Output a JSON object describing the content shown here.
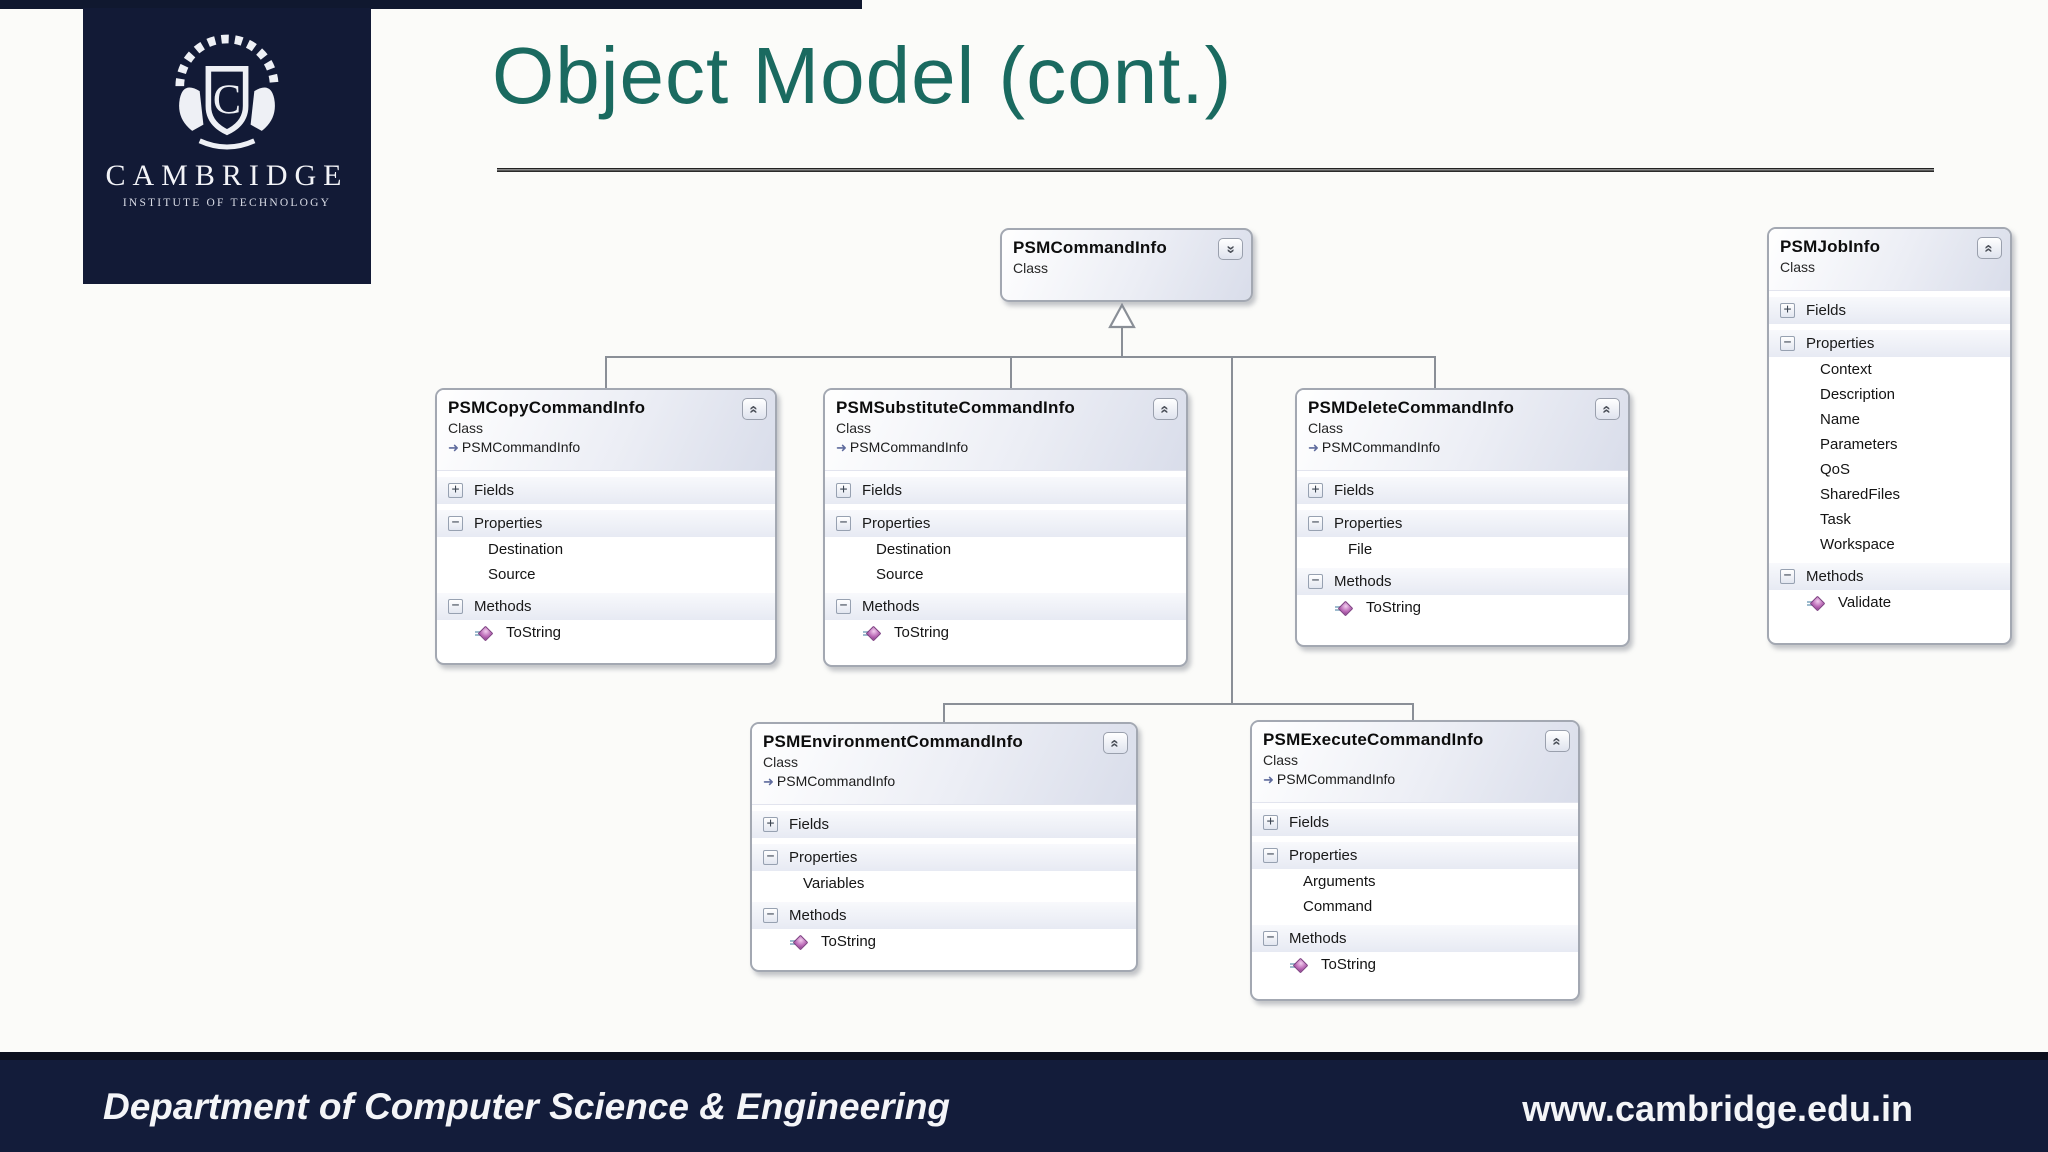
{
  "header": {
    "title": "Object Model (cont.)"
  },
  "logo": {
    "name": "CAMBRIDGE",
    "subtitle": "INSTITUTE OF TECHNOLOGY",
    "monogram": "C"
  },
  "footer": {
    "left": "Department of Computer Science & Engineering",
    "right": "www.cambridge.edu.in"
  },
  "colors": {
    "title_teal": "#1a6a60",
    "navy": "#121a36",
    "box_border": "#a3a8b2",
    "connector_gray": "#8a8f97",
    "property_icon_yellow": "#d2c136",
    "method_icon_purple": "#b764b3"
  },
  "diagram": {
    "kind_label": "Class",
    "boxes": [
      {
        "name": "PSMCommandInfo",
        "kind": "Class",
        "base": null,
        "collapsed": true,
        "chevron": "expand-down",
        "sections": []
      },
      {
        "name": "PSMCopyCommandInfo",
        "kind": "Class",
        "base": "PSMCommandInfo",
        "collapsed": false,
        "chevron": "collapse-up",
        "sections": [
          {
            "label": "Fields",
            "state": "collapsed",
            "items": []
          },
          {
            "label": "Properties",
            "state": "expanded",
            "items": [
              {
                "type": "property",
                "label": "Destination"
              },
              {
                "type": "property",
                "label": "Source"
              }
            ]
          },
          {
            "label": "Methods",
            "state": "expanded",
            "items": [
              {
                "type": "method",
                "label": "ToString"
              }
            ]
          }
        ]
      },
      {
        "name": "PSMSubstituteCommandInfo",
        "kind": "Class",
        "base": "PSMCommandInfo",
        "collapsed": false,
        "chevron": "collapse-up",
        "sections": [
          {
            "label": "Fields",
            "state": "collapsed",
            "items": []
          },
          {
            "label": "Properties",
            "state": "expanded",
            "items": [
              {
                "type": "property",
                "label": "Destination"
              },
              {
                "type": "property",
                "label": "Source"
              }
            ]
          },
          {
            "label": "Methods",
            "state": "expanded",
            "items": [
              {
                "type": "method",
                "label": "ToString"
              }
            ]
          }
        ]
      },
      {
        "name": "PSMDeleteCommandInfo",
        "kind": "Class",
        "base": "PSMCommandInfo",
        "collapsed": false,
        "chevron": "collapse-up",
        "sections": [
          {
            "label": "Fields",
            "state": "collapsed",
            "items": []
          },
          {
            "label": "Properties",
            "state": "expanded",
            "items": [
              {
                "type": "property",
                "label": "File"
              }
            ]
          },
          {
            "label": "Methods",
            "state": "expanded",
            "items": [
              {
                "type": "method",
                "label": "ToString"
              }
            ]
          }
        ]
      },
      {
        "name": "PSMJobInfo",
        "kind": "Class",
        "base": null,
        "collapsed": false,
        "chevron": "collapse-up",
        "sections": [
          {
            "label": "Fields",
            "state": "collapsed",
            "items": []
          },
          {
            "label": "Properties",
            "state": "expanded",
            "items": [
              {
                "type": "property",
                "label": "Context"
              },
              {
                "type": "property",
                "label": "Description"
              },
              {
                "type": "property",
                "label": "Name"
              },
              {
                "type": "property",
                "label": "Parameters"
              },
              {
                "type": "property",
                "label": "QoS"
              },
              {
                "type": "property",
                "label": "SharedFiles"
              },
              {
                "type": "property",
                "label": "Task"
              },
              {
                "type": "property",
                "label": "Workspace"
              }
            ]
          },
          {
            "label": "Methods",
            "state": "expanded",
            "items": [
              {
                "type": "method",
                "label": "Validate"
              }
            ]
          }
        ]
      },
      {
        "name": "PSMEnvironmentCommandInfo",
        "kind": "Class",
        "base": "PSMCommandInfo",
        "collapsed": false,
        "chevron": "collapse-up",
        "sections": [
          {
            "label": "Fields",
            "state": "collapsed",
            "items": []
          },
          {
            "label": "Properties",
            "state": "expanded",
            "items": [
              {
                "type": "property",
                "label": "Variables"
              }
            ]
          },
          {
            "label": "Methods",
            "state": "expanded",
            "items": [
              {
                "type": "method",
                "label": "ToString"
              }
            ]
          }
        ]
      },
      {
        "name": "PSMExecuteCommandInfo",
        "kind": "Class",
        "base": "PSMCommandInfo",
        "collapsed": false,
        "chevron": "collapse-up",
        "sections": [
          {
            "label": "Fields",
            "state": "collapsed",
            "items": []
          },
          {
            "label": "Properties",
            "state": "expanded",
            "items": [
              {
                "type": "property",
                "label": "Arguments"
              },
              {
                "type": "property",
                "label": "Command"
              }
            ]
          },
          {
            "label": "Methods",
            "state": "expanded",
            "items": [
              {
                "type": "method",
                "label": "ToString"
              }
            ]
          }
        ]
      }
    ],
    "relationship": {
      "type": "inheritance",
      "parent": "PSMCommandInfo",
      "children": [
        "PSMCopyCommandInfo",
        "PSMSubstituteCommandInfo",
        "PSMDeleteCommandInfo",
        "PSMEnvironmentCommandInfo",
        "PSMExecuteCommandInfo"
      ]
    }
  }
}
